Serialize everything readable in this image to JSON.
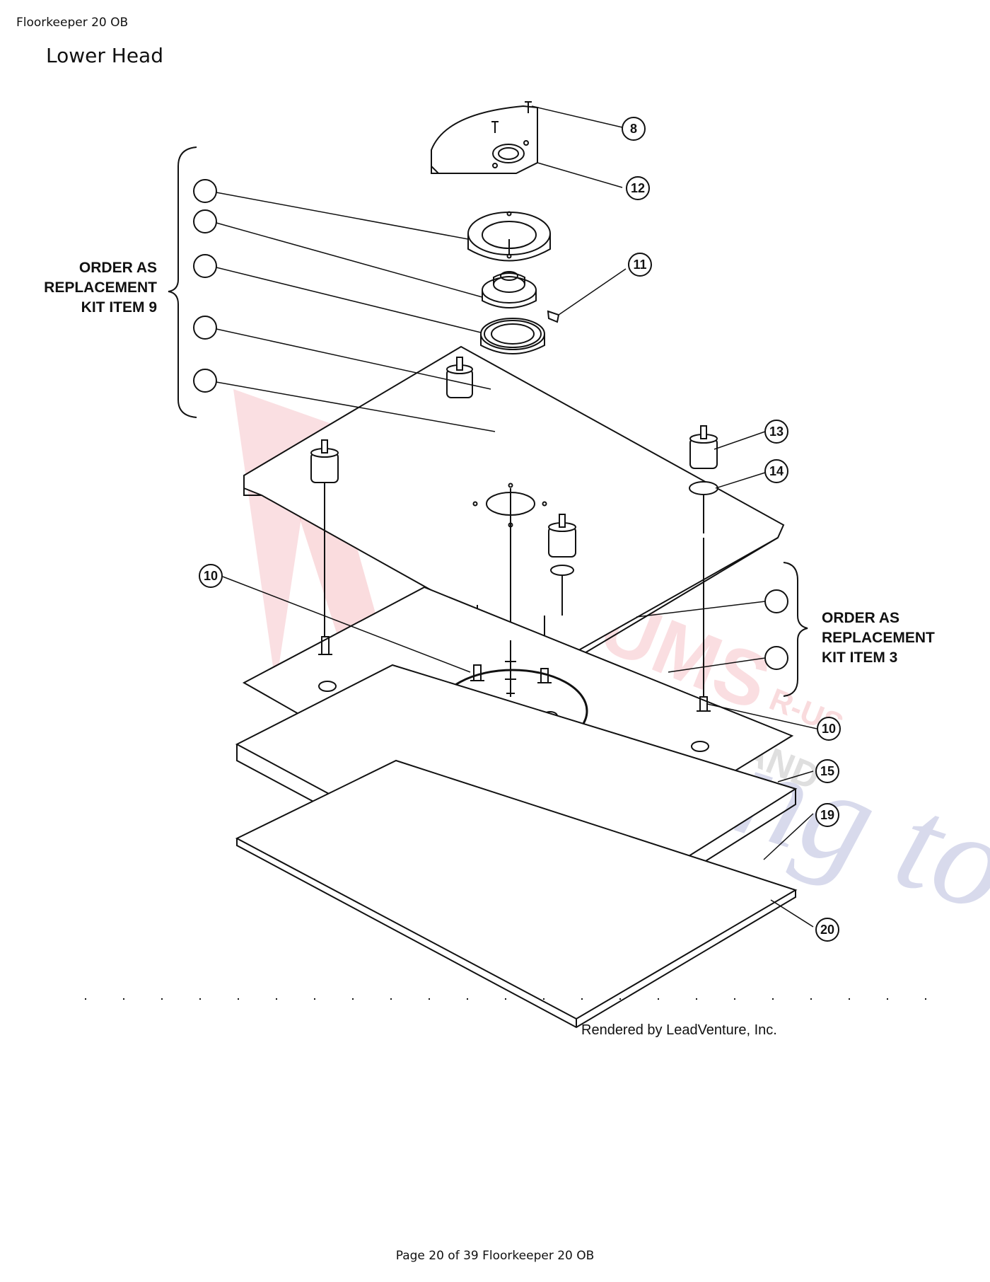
{
  "header": {
    "doc_title": "Floorkeeper 20 OB",
    "page_title": "Lower Head"
  },
  "callouts": {
    "c8": "8",
    "c12": "12",
    "c11": "11",
    "c13": "13",
    "c14": "14",
    "c10a": "10",
    "c10b": "10",
    "c15": "15",
    "c19": "19",
    "c20": "20"
  },
  "kit9": {
    "line1": "ORDER AS",
    "line2": "REPLACEMENT",
    "line3": "KIT ITEM 9"
  },
  "kit3": {
    "line1": "ORDER AS",
    "line2": "REPLACEMENT",
    "line3": "KIT ITEM 3"
  },
  "watermark": {
    "line1": "VACUUMS",
    "line2": "R-US",
    "line3": "AND",
    "line4": "Sewing too"
  },
  "credit": "Rendered by LeadVenture, Inc.",
  "footer": "Page 20 of 39 Floorkeeper 20 OB",
  "colors": {
    "watermark_red": "#e23b4a",
    "watermark_blue": "#2b3a9a",
    "ink": "#111111"
  }
}
